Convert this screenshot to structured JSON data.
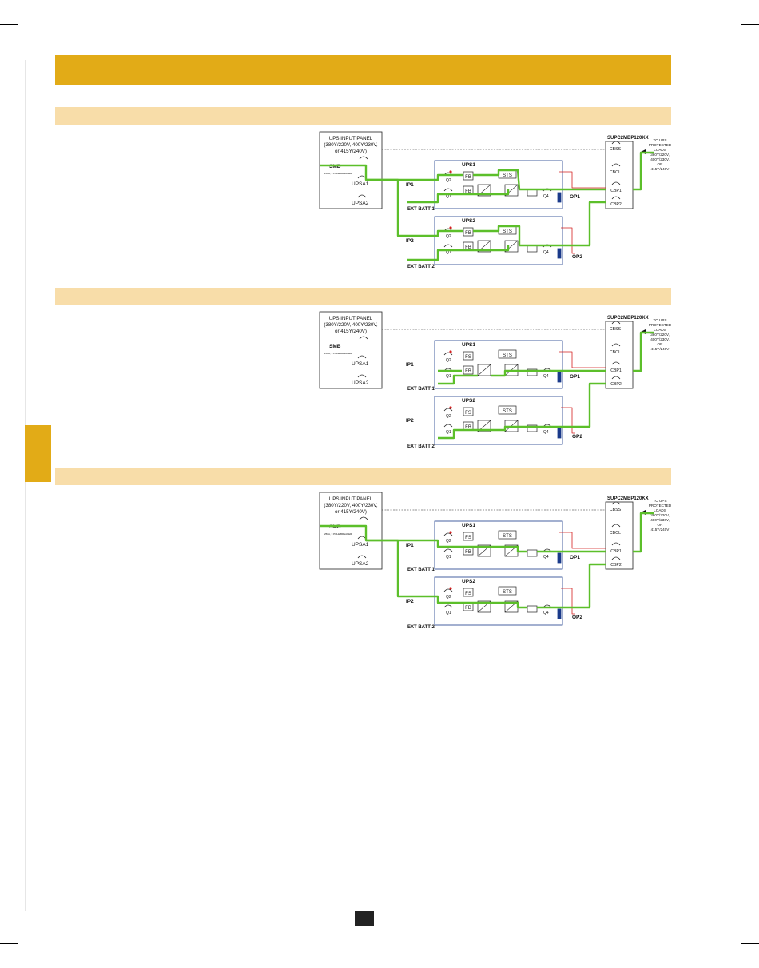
{
  "diagrams": [
    {
      "panel_title": [
        "UPS INPUT PANEL",
        "(380Y/220V, 400Y/230V,",
        "or 415Y/240V)"
      ],
      "smb": "SMB",
      "smb_note": "250A, 3 POLE BREAKER",
      "upsa1": "UPSA1",
      "upsa2": "UPSA2",
      "ip1": "IP1",
      "ip2": "IP2",
      "ups1": "UPS1",
      "ups2": "UPS2",
      "fb": "FB",
      "sts": "STS",
      "q1": "Q1",
      "q2": "Q2",
      "q4": "Q4",
      "ext_batt1": "EXT BATT 1",
      "ext_batt2": "EXT BATT 2",
      "op1": "OP1",
      "op2": "OP2",
      "cabinet": "SUPC2MBP120KX",
      "cbss": "CBSS",
      "cbol": "CBOL",
      "cbp1": "CBP1",
      "cbp2": "CBP2",
      "load_label": [
        "TO UPS",
        "PROTECTED",
        "LOADS",
        "380Y/220V,",
        "400Y/230V,",
        "OR",
        "415Y/240V"
      ]
    },
    {
      "panel_title": [
        "UPS INPUT PANEL",
        "(380Y/220V, 400Y/230V,",
        "or 415Y/240V)"
      ],
      "smb": "SMB",
      "smb_note": "250A, 3 POLE BREAKER",
      "upsa1": "UPSA1",
      "upsa2": "UPSA2",
      "ip1": "IP1",
      "ip2": "IP2",
      "ups1": "UPS1",
      "ups2": "UPS2",
      "fb": "FB",
      "fs": "FS",
      "sts": "STS",
      "q1": "Q1",
      "q2": "Q2",
      "q4": "Q4",
      "ext_batt1": "EXT BATT 1",
      "ext_batt2": "EXT BATT 2",
      "op1": "OP1",
      "op2": "OP2",
      "cabinet": "SUPC2MBP120KX",
      "cbss": "CBSS",
      "cbol": "CBOL",
      "cbp1": "CBP1",
      "cbp2": "CBP2",
      "load_label": [
        "TO UPS",
        "PROTECTED",
        "LOADS",
        "380Y/220V,",
        "400Y/230V,",
        "OR",
        "415Y/240V"
      ]
    },
    {
      "panel_title": [
        "UPS INPUT PANEL",
        "(380Y/220V, 400Y/230V,",
        "or 415Y/240V)"
      ],
      "smb": "SMB",
      "smb_note": "250A, 3 POLE BREAKER",
      "upsa1": "UPSA1",
      "upsa2": "UPSA2",
      "ip1": "IP1",
      "ip2": "IP2",
      "ups1": "UPS1",
      "ups2": "UPS2",
      "fb": "FB",
      "fs": "FS",
      "sts": "STS",
      "q1": "Q1",
      "q2": "Q2",
      "q4": "Q4",
      "ext_batt1": "EXT BATT 1",
      "ext_batt2": "EXT BATT 2",
      "op1": "OP1",
      "op2": "OP2",
      "cabinet": "SUPC2MBP120KX",
      "cbss": "CBSS",
      "cbol": "CBOL",
      "cbp1": "CBP1",
      "cbp2": "CBP2",
      "load_label": [
        "TO UPS",
        "PROTECTED",
        "LOADS",
        "380Y/220V,",
        "400Y/230V,",
        "OR",
        "415Y/240V"
      ]
    }
  ],
  "colors": {
    "accent": "#e2ab17",
    "section_band": "#f8dda9",
    "power_path": "#5cbf2a",
    "breaker_red": "#d42020",
    "parallel_blue": "#1a3a8a"
  }
}
